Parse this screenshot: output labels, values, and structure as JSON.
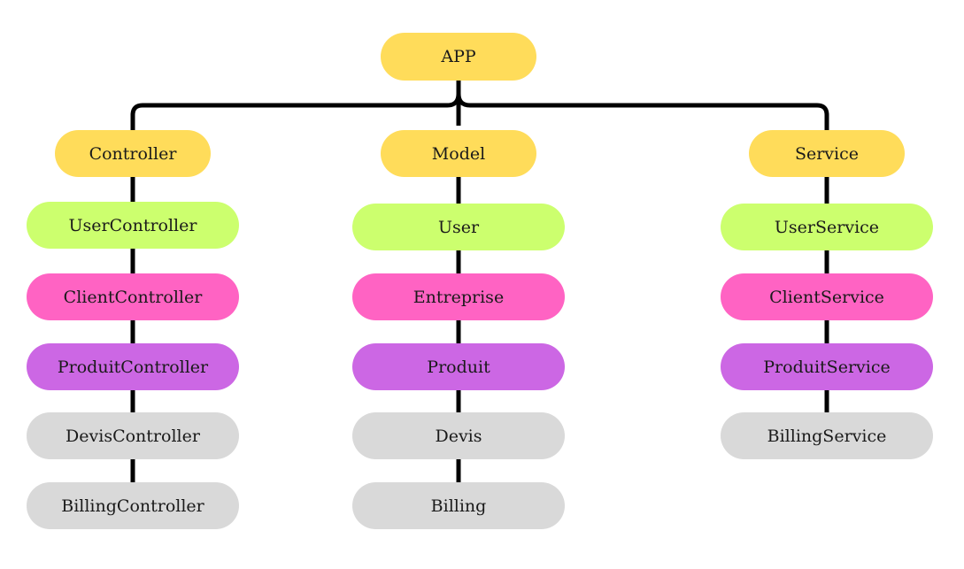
{
  "root": {
    "label": "APP"
  },
  "columns": [
    {
      "label": "Controller",
      "items": [
        "UserController",
        "ClientController",
        "ProduitController",
        "DevisController",
        "BillingController"
      ]
    },
    {
      "label": "Model",
      "items": [
        "User",
        "Entreprise",
        "Produit",
        "Devis",
        "Billing"
      ]
    },
    {
      "label": "Service",
      "items": [
        "UserService",
        "ClientService",
        "ProduitService",
        "BillingService"
      ]
    }
  ],
  "colors": {
    "header": "#ffdc5a",
    "level1": "#ccff6e",
    "level2": "#ff63c3",
    "level3": "#cc67e4",
    "level4": "#d9d9d9",
    "connector": "#000000"
  }
}
